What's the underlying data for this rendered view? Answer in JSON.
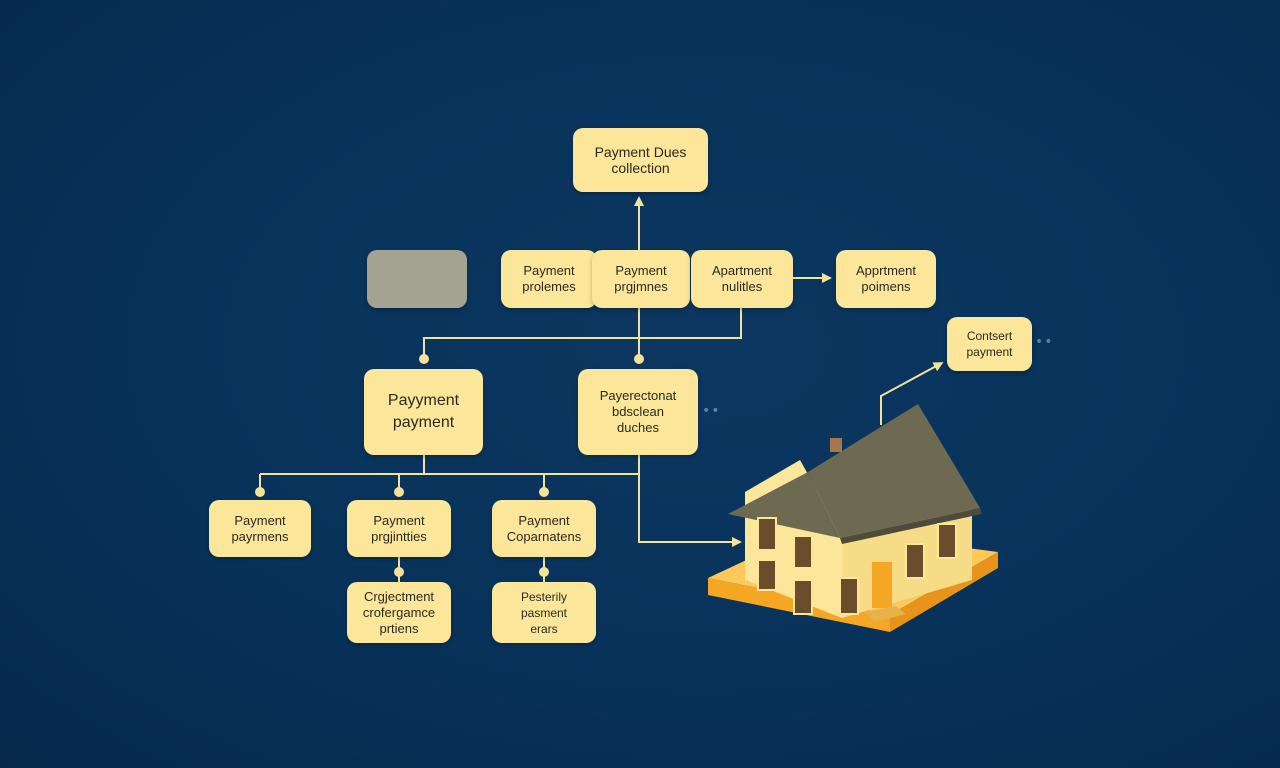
{
  "colors": {
    "background": "#08325a",
    "node_fill": "#fbe69a",
    "connector": "#f3e39a",
    "grey_node": "#a4a392"
  },
  "nodes": {
    "top": {
      "line1": "Payment Dues",
      "line2": "collection"
    },
    "grey": {},
    "payment_problems": {
      "line1": "Payment",
      "line2": "prolemes"
    },
    "payment_programmes": {
      "line1": "Payment",
      "line2": "prgjmnes"
    },
    "apartment_nulities": {
      "line1": "Apartment",
      "line2": "nulitles"
    },
    "apartment_poimens": {
      "line1": "Apprtment",
      "line2": "poimens"
    },
    "consent_payment": {
      "line1": "Contsert",
      "line2": "payment"
    },
    "payment_payment": {
      "line1": "Payyment",
      "line2": "payment"
    },
    "payerectonat": {
      "line1": "Payerectonat",
      "line2": "bdsclean",
      "line3": "duches"
    },
    "payment_payrmens": {
      "line1": "Payment",
      "line2": "payrmens"
    },
    "payment_prgjintties": {
      "line1": "Payment",
      "line2": "prgjintties"
    },
    "payment_coparnatens": {
      "line1": "Payment",
      "line2": "Coparnatens"
    },
    "crgjectment": {
      "line1": "Crgjectment",
      "line2": "crofergamce",
      "line3": "prtiens"
    },
    "pestenity": {
      "line1": "Pesterily",
      "line2": "pasment",
      "line3": "erars"
    }
  },
  "decor": {
    "ellipsis_1": "••",
    "ellipsis_2": "••"
  },
  "icons": {
    "house": "house-icon"
  }
}
